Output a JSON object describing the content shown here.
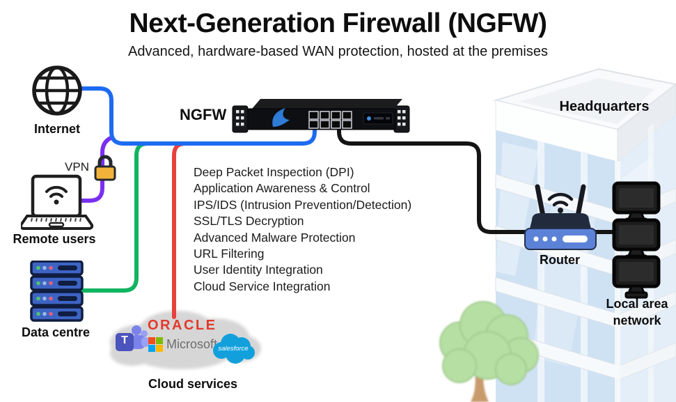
{
  "header": {
    "title": "Next-Generation Firewall (NGFW)",
    "subtitle": "Advanced, hardware-based WAN protection, hosted at the premises"
  },
  "nodes": {
    "internet": {
      "label": "Internet"
    },
    "vpn": {
      "label": "VPN"
    },
    "remote_users": {
      "label": "Remote users"
    },
    "data_centre": {
      "label": "Data centre"
    },
    "ngfw": {
      "label": "NGFW"
    },
    "cloud_services": {
      "label": "Cloud services"
    },
    "headquarters": {
      "label": "Headquarters"
    },
    "router": {
      "label": "Router"
    },
    "local_area_network": {
      "label": "Local area network"
    }
  },
  "ngfw_features": [
    "Deep Packet Inspection (DPI)",
    "Application Awareness & Control",
    "IPS/IDS (Intrusion Prevention/Detection)",
    "SSL/TLS Decryption",
    "Advanced Malware Protection",
    "URL Filtering",
    "User Identity Integration",
    "Cloud Service Integration"
  ],
  "cloud_logos": {
    "teams_initial": "T",
    "oracle": "ORACLE",
    "microsoft": "Microsoft",
    "salesforce": "salesforce"
  },
  "connections": {
    "internet_color": "#1e6bf1",
    "vpn_color": "#7a2ff0",
    "data_centre_color": "#10b461",
    "cloud_color": "#e8403c",
    "lan_color": "#141414"
  }
}
